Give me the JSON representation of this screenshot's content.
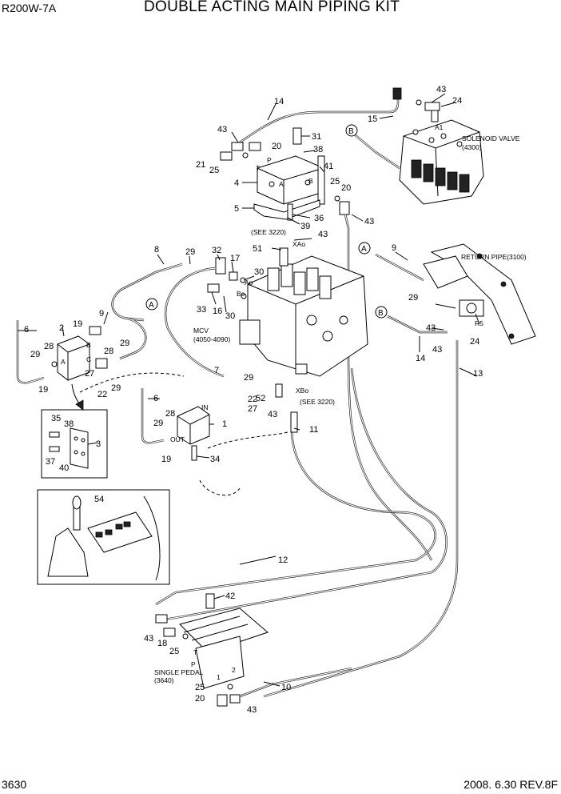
{
  "header": {
    "model": "R200W-7A",
    "title": "DOUBLE ACTING MAIN PIPING KIT"
  },
  "footer": {
    "page": "3630",
    "revision": "2008. 6.30  REV.8F"
  },
  "labels": {
    "solenoid_valve": "SOLENOID VALVE",
    "solenoid_ref": "(4300)",
    "return_pipe": "RETURN PIPE(3100)",
    "mcv": "MCV",
    "mcv_ref": "(4050-4090)",
    "see_3220_top": "(SEE 3220)",
    "see_3220_bottom": "(SEE 3220)",
    "single_pedal": "SINGLE PEDAL",
    "single_pedal_ref": "(3640)",
    "port_xao": "XAo",
    "port_xbo": "XBo",
    "port_ao": "Ao",
    "port_bo": "Bo",
    "port_a1": "A1",
    "port_r5": "R5",
    "port_in": "IN",
    "port_out": "OUT",
    "port_p": "P",
    "port_t": "T",
    "port_a": "A",
    "port_b": "B",
    "port_c": "C",
    "port_1": "1",
    "port_2": "2",
    "circle_a": "A",
    "circle_b": "B"
  },
  "callouts": [
    "1",
    "2",
    "3",
    "4",
    "5",
    "6",
    "7",
    "8",
    "9",
    "10",
    "11",
    "12",
    "13",
    "14",
    "15",
    "16",
    "17",
    "18",
    "19",
    "20",
    "21",
    "22",
    "24",
    "25",
    "27",
    "28",
    "29",
    "30",
    "31",
    "32",
    "33",
    "34",
    "35",
    "36",
    "37",
    "38",
    "39",
    "40",
    "41",
    "42",
    "43",
    "51",
    "52",
    "54"
  ]
}
